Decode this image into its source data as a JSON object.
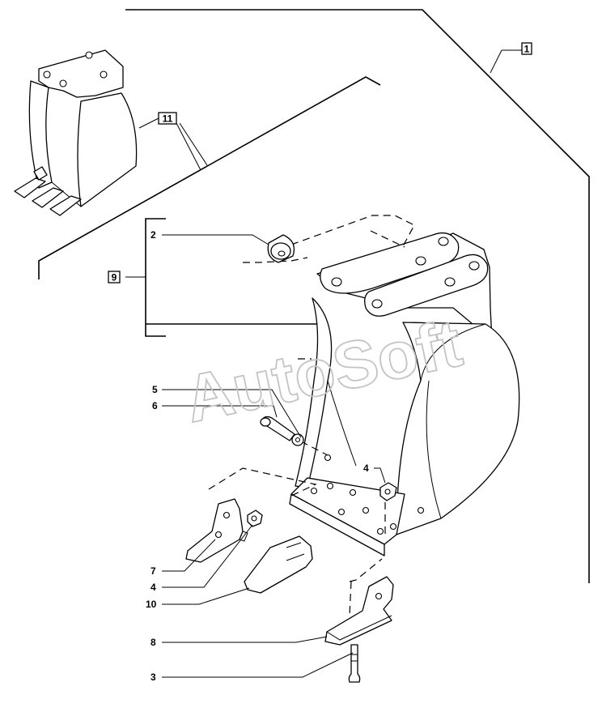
{
  "watermark": "AutoSoft",
  "callouts": {
    "c1": "1",
    "c11": "11",
    "c9": "9",
    "c2": "2",
    "c5": "5",
    "c6": "6",
    "c4a": "4",
    "c7": "7",
    "c4b": "4",
    "c10": "10",
    "c8": "8",
    "c3": "3"
  }
}
